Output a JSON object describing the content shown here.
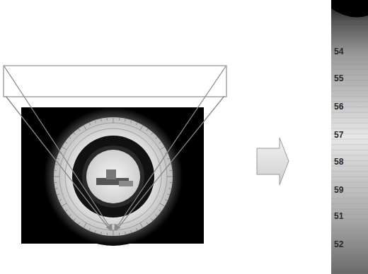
{
  "diagram": {
    "labels": [
      "54",
      "55",
      "56",
      "57",
      "58",
      "59",
      "51",
      "52"
    ]
  }
}
